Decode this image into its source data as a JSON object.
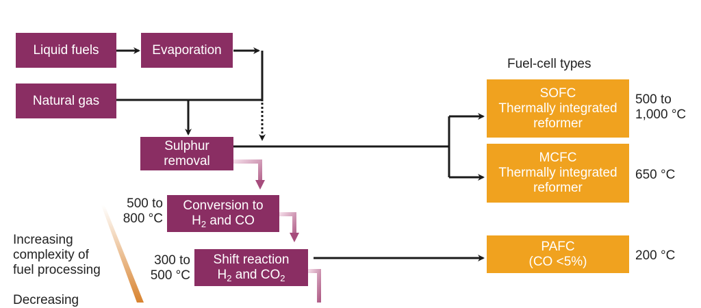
{
  "process": {
    "liquid_fuels": "Liquid fuels",
    "evaporation": "Evaporation",
    "natural_gas": "Natural gas",
    "sulphur_removal": [
      "Sulphur",
      "removal"
    ],
    "conversion": {
      "line1": "Conversion to",
      "line2_a": "H",
      "line2_sub": "2",
      "line2_b": " and CO"
    },
    "shift": {
      "line1": "Shift reaction",
      "line2_a": "H",
      "line2_sub": "2",
      "line2_b": " and CO",
      "line2_sub2": "2"
    }
  },
  "temps": {
    "conversion": [
      "500 to",
      "800 °C"
    ],
    "shift": [
      "300 to",
      "500 °C"
    ],
    "sofc": [
      "500 to",
      "1,000 °C"
    ],
    "mcfc": "650 °C",
    "pafc": "200 °C"
  },
  "fuel_cells": {
    "heading": "Fuel-cell types",
    "sofc": [
      "SOFC",
      "Thermally integrated",
      "reformer"
    ],
    "mcfc": [
      "MCFC",
      "Thermally integrated",
      "reformer"
    ],
    "pafc": [
      "PAFC",
      "(CO <5%)"
    ]
  },
  "complexity": {
    "increasing": [
      "Increasing",
      "complexity of",
      "fuel processing"
    ],
    "decreasing": "Decreasing"
  },
  "colors": {
    "process_box": "#8a2e63",
    "fuel_cell_box": "#f0a21f",
    "line": "#1a1a1a",
    "gradient_arrow_start": "#b05e88",
    "gradient_arrow_end": "#f3dbe7"
  }
}
